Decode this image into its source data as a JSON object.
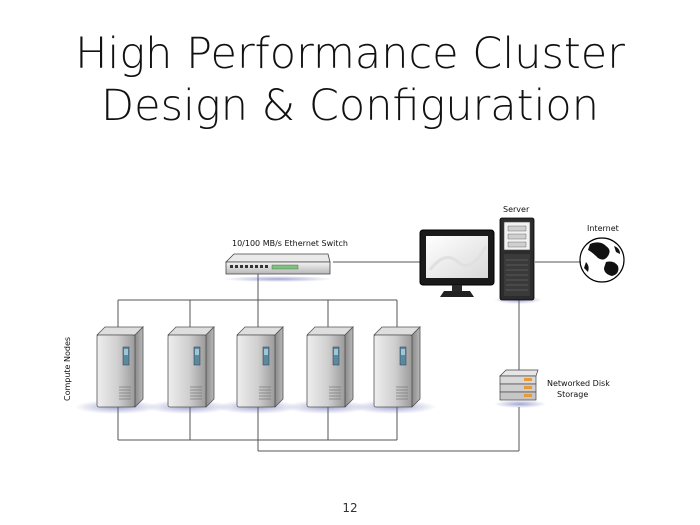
{
  "slide": {
    "title_line1": "High Performance Cluster",
    "title_line2": "Design & Configuration",
    "page_number": "12"
  },
  "diagram": {
    "switch_label": "10/100 MB/s Ethernet Switch",
    "server_label": "Server",
    "internet_label": "Internet",
    "compute_nodes_label": "Compute Nodes",
    "storage_label_line1": "Networked Disk",
    "storage_label_line2": "Storage",
    "compute_node_count": 5
  }
}
